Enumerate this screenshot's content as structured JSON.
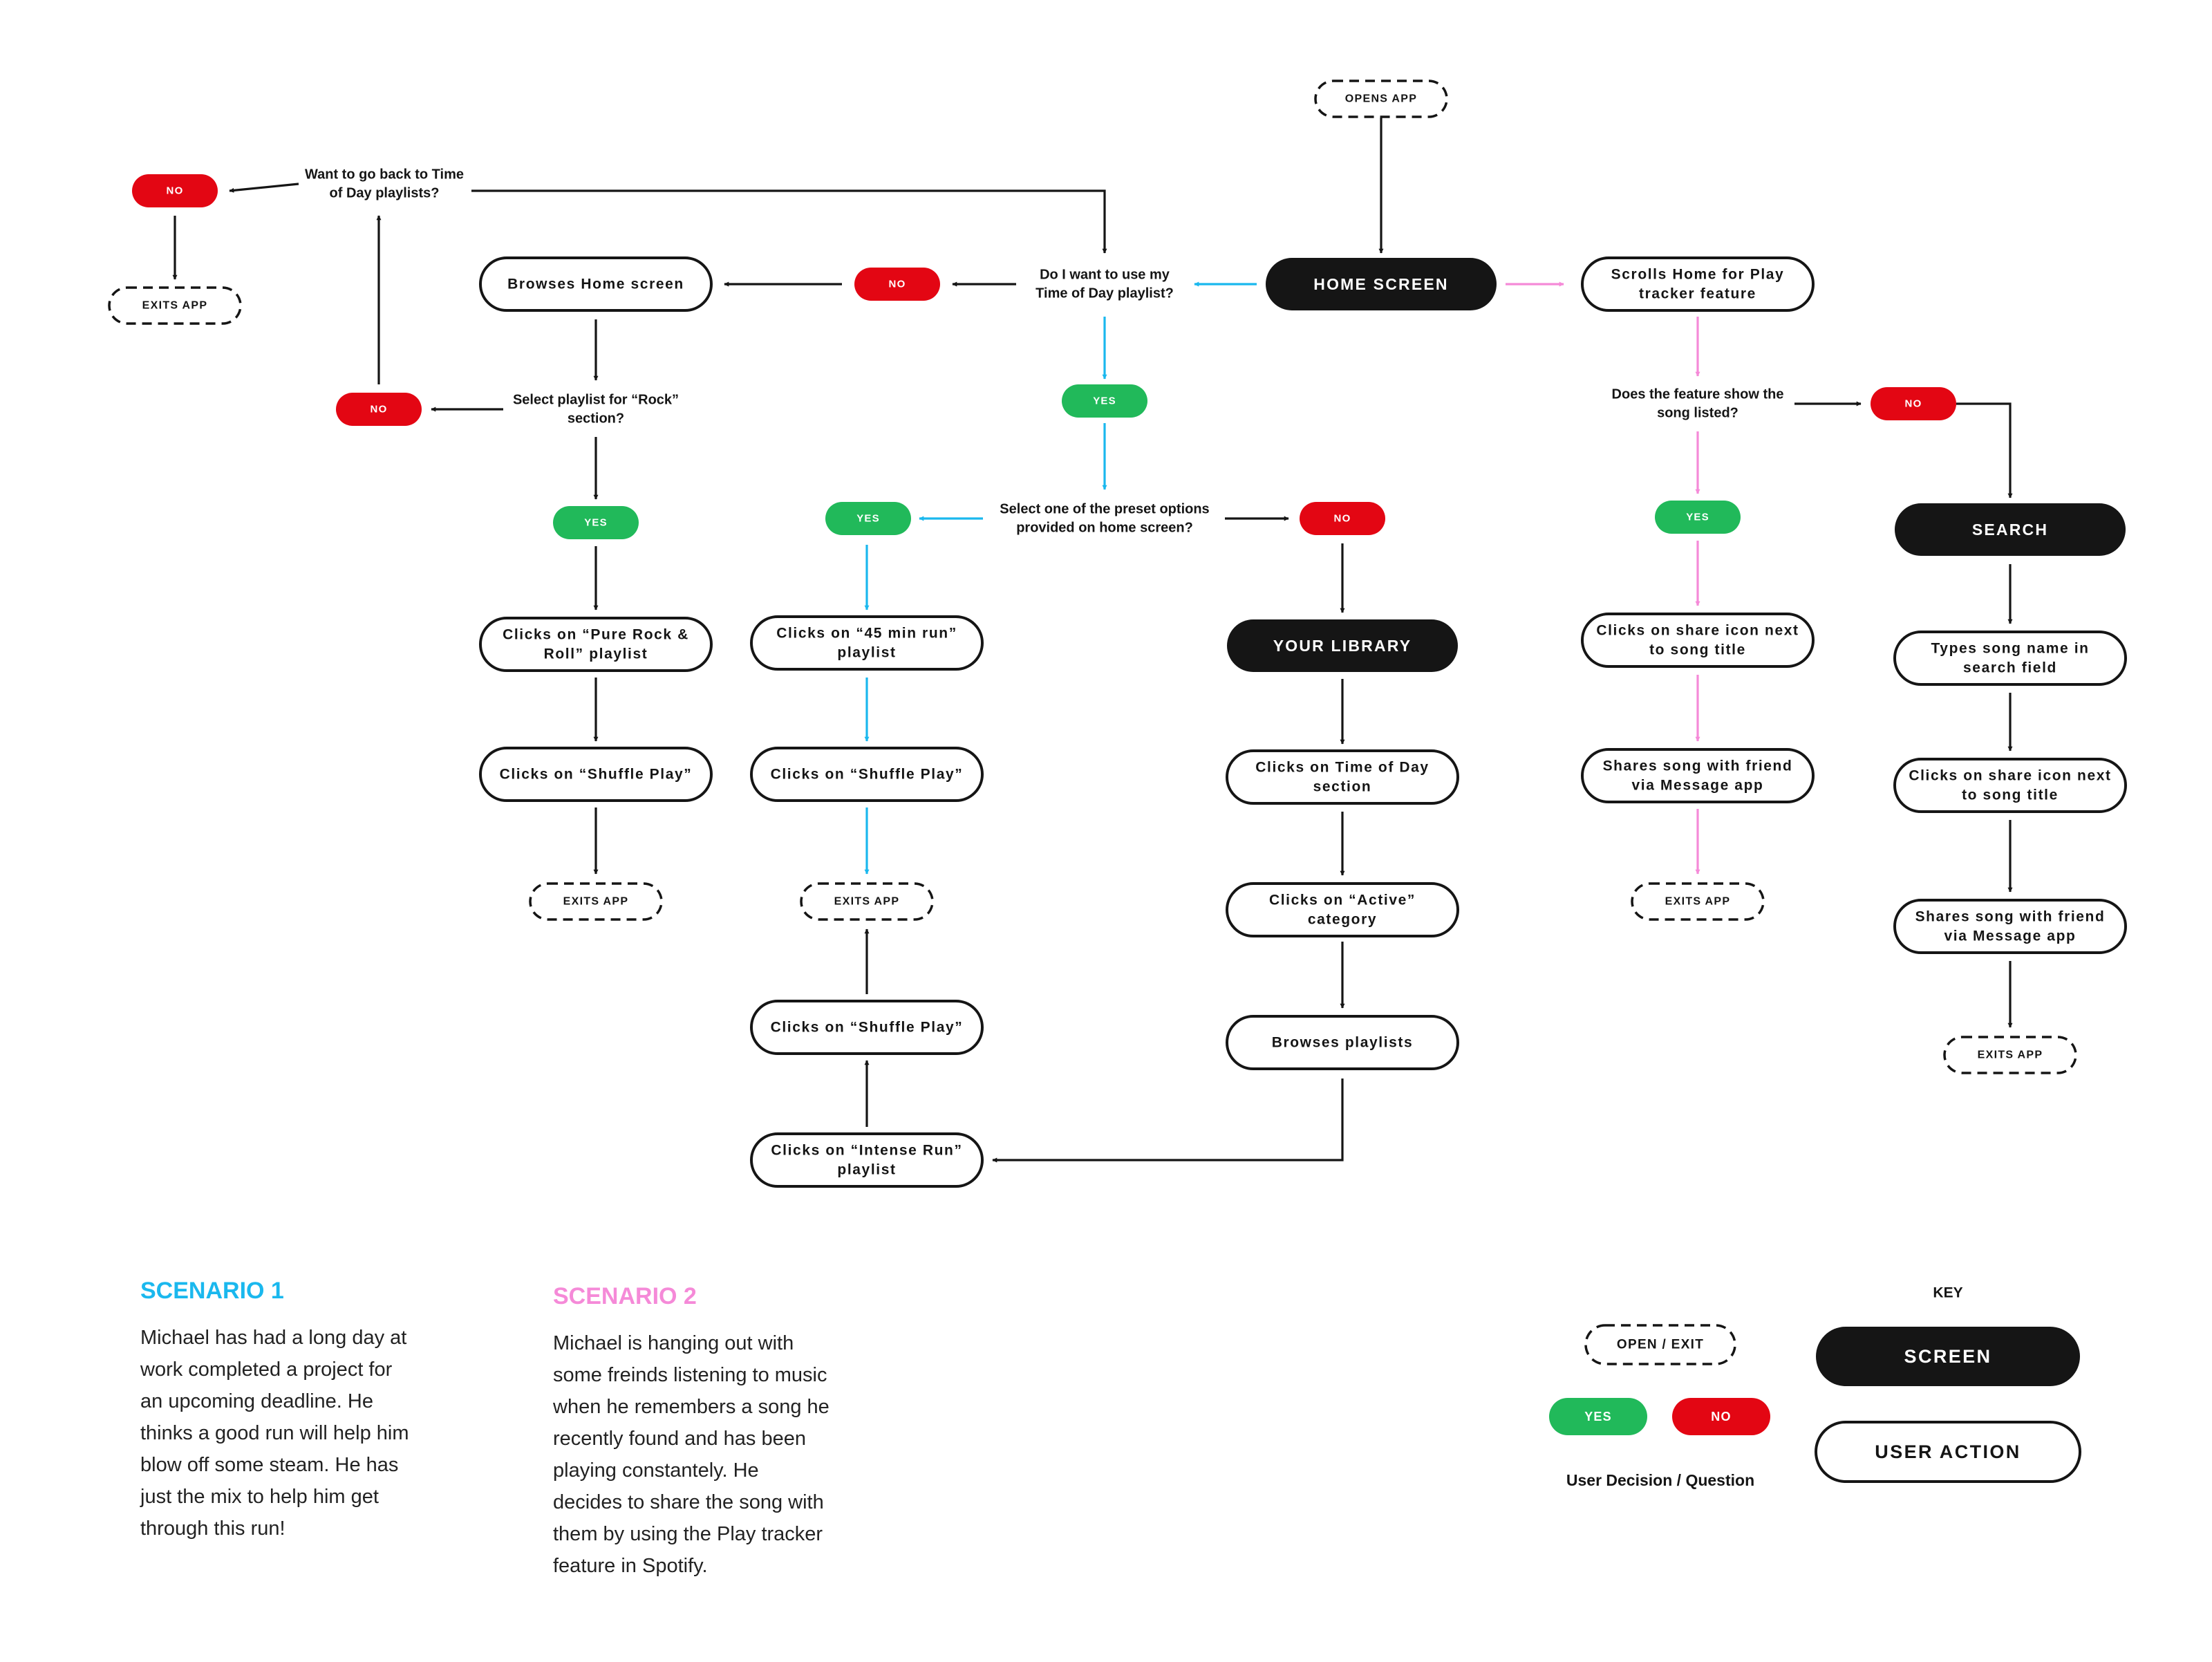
{
  "colors": {
    "blue": "#1ab8ee",
    "pink": "#f58ad8",
    "green": "#21b95a",
    "red": "#e30613",
    "dark": "#151515"
  },
  "nodes": {
    "opens_app": "OPENS APP",
    "home_screen": "HOME SCREEN",
    "q_time_of_day": "Do I want to use my|Time of Day playlist?",
    "no_time_of_day": "NO",
    "browses_home": "Browses Home screen",
    "q_rock": "Select playlist for “Rock”|section?",
    "no_rock": "NO",
    "q_back": "Want to go back to Time|of Day playlists?",
    "no_back": "NO",
    "exits_back": "EXITS APP",
    "yes_rock": "YES",
    "clicks_pure_rock": "Clicks on “Pure Rock &|Roll” playlist",
    "shuffle_rock": "Clicks on “Shuffle Play”",
    "exits_rock": "EXITS APP",
    "yes_time_of_day": "YES",
    "q_preset": "Select one of the preset options|provided on home screen?",
    "yes_preset": "YES",
    "clicks_45": "Clicks on “45 min run”|playlist",
    "shuffle_45": "Clicks on “Shuffle Play”",
    "exits_45": "EXITS APP",
    "shuffle_intense": "Clicks on “Shuffle Play”",
    "clicks_intense": "Clicks on “Intense Run”|playlist",
    "no_preset": "NO",
    "your_library": "YOUR LIBRARY",
    "clicks_tod_section": "Clicks on Time of Day|section",
    "clicks_active": "Clicks on “Active”|category",
    "browses_playlists": "Browses playlists",
    "scrolls_home": "Scrolls Home for Play|tracker feature",
    "q_feature": "Does the feature show the|song listed?",
    "yes_feature": "YES",
    "share_icon_1": "Clicks on share icon next|to song title",
    "shares_1": "Shares song with friend|via Message app",
    "exits_feature": "EXITS APP",
    "no_feature": "NO",
    "search": "SEARCH",
    "types_song": "Types song name in|search field",
    "share_icon_2": "Clicks on share icon next|to song title",
    "shares_2": "Shares song with friend|via Message app",
    "exits_search": "EXITS APP"
  },
  "scenario1": {
    "title": "SCENARIO 1",
    "lines": [
      "Michael has had a long day at",
      "work completed a project for",
      "an upcoming deadline. He",
      "thinks a good run will help him",
      "blow off some steam. He has",
      "just the mix to help him get",
      "through this run!"
    ]
  },
  "scenario2": {
    "title": "SCENARIO 2",
    "lines": [
      "Michael is hanging out with",
      "some freinds listening to music",
      "when he remembers a song he",
      "recently found and has been",
      "playing constantely. He",
      "decides to share the song with",
      "them by using the Play tracker",
      "feature in Spotify."
    ]
  },
  "key": {
    "title": "KEY",
    "open_exit": "OPEN / EXIT",
    "yes": "YES",
    "no": "NO",
    "decision_caption": "User Decision / Question",
    "screen": "SCREEN",
    "user_action": "USER ACTION"
  }
}
